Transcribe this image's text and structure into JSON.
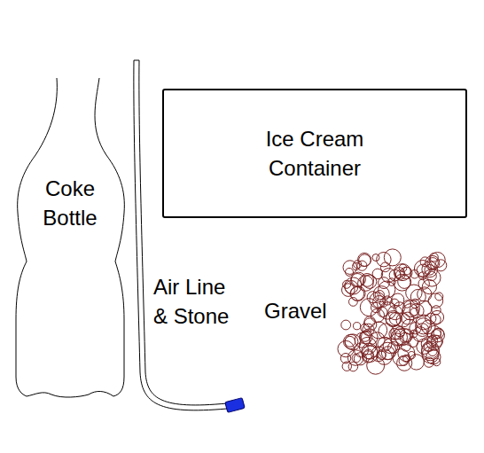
{
  "diagram": {
    "nodes": [
      {
        "text": [
          "Coke Bottle"
        ]
      },
      {
        "text": [
          "Ice Cream Container"
        ]
      }
    ],
    "labels": [
      "Air Line & Stone",
      "Gravel"
    ]
  }
}
